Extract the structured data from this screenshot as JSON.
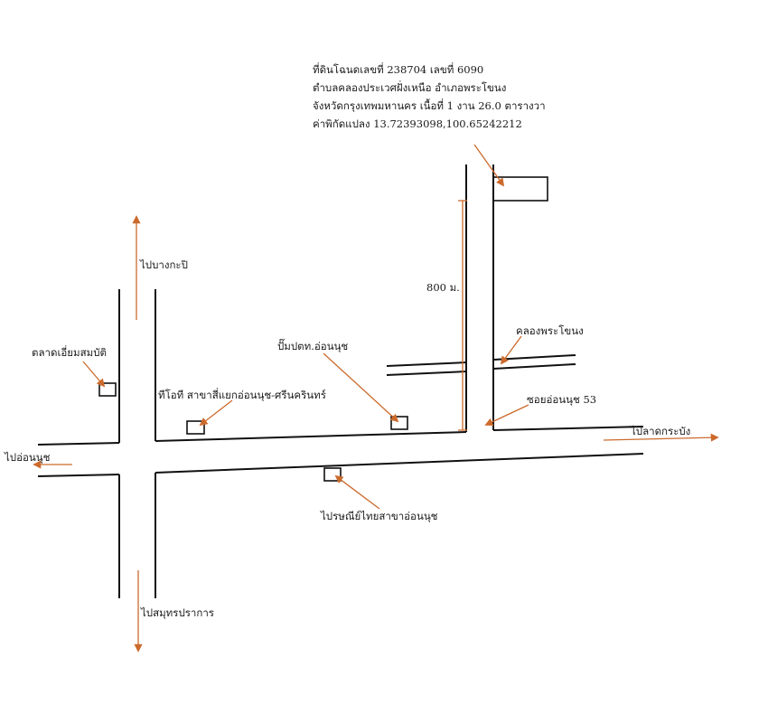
{
  "land_info": {
    "line1": "ที่ดินโฉนดเลขที่ 238704 เลขที่ 6090",
    "line2": "ตำบลคลองประเวศฝั่งเหนือ อำเภอพระโขนง",
    "line3": "จังหวัดกรุงเทพมหานคร เนื้อที่ 1 งาน 26.0 ตารางวา",
    "line4": "ค่าพิกัดแปลง 13.72393098,100.65242212"
  },
  "labels": {
    "to_bangkapi": "ไปบางกะปิ",
    "to_onnut": "ไปอ่อนนุช",
    "to_samutprakan": "ไปสมุทรปราการ",
    "to_latkrabang": "ไปลาดกระบัง",
    "talad": "ตลาดเอี่ยมสมบัติ",
    "tot": "ทีโอที สาขาสี่แยกอ่อนนุช-ศรีนครินทร์",
    "ptt": "ปั๊มปตท.อ่อนนุช",
    "post": "ไปรษณีย์ไทยสาขาอ่อนนุช",
    "khlong": "คลองพระโขนง",
    "soi": "ซอยอ่อนนุช 53",
    "distance": "800 ม."
  },
  "colors": {
    "road": "#111111",
    "arrow": "#cc6a2c"
  }
}
